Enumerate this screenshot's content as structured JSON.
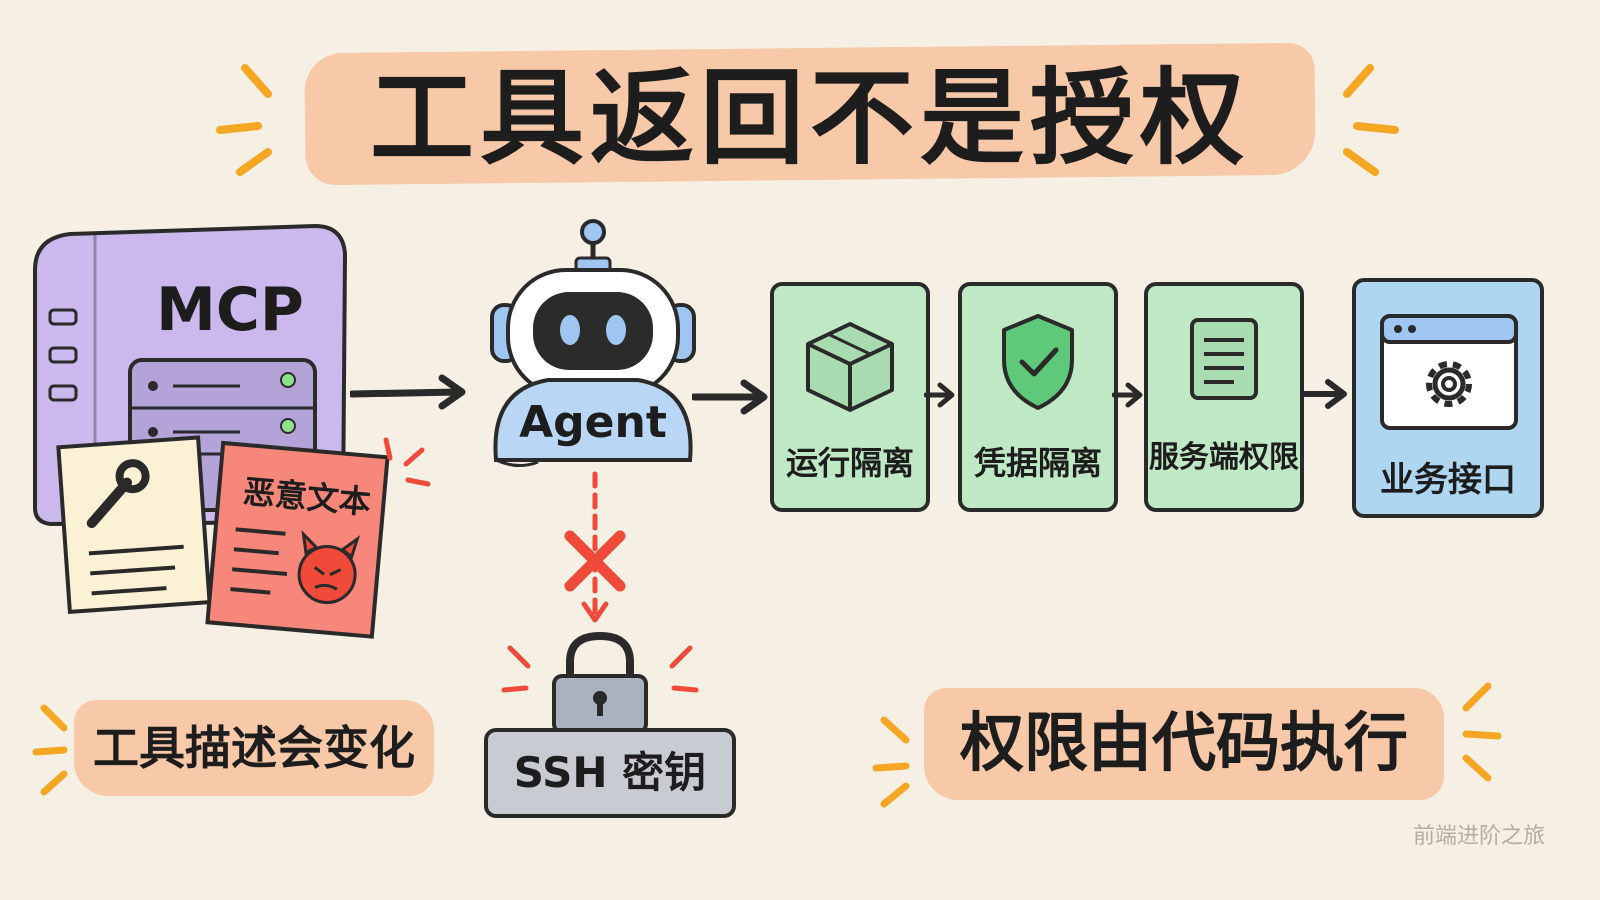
{
  "title": "工具返回不是授权",
  "mcp": {
    "label": "MCP"
  },
  "agent": {
    "label": "Agent"
  },
  "malicious_doc": {
    "label": "恶意文本"
  },
  "pipeline": {
    "stages": [
      {
        "label": "运行隔离",
        "icon": "package-icon",
        "fill": "#bfe8c4"
      },
      {
        "label": "凭据隔离",
        "icon": "shield-check-icon",
        "fill": "#bfe8c4"
      },
      {
        "label": "服务端权限",
        "icon": "document-icon",
        "fill": "#bfe8c4"
      }
    ],
    "target": {
      "label": "业务接口",
      "icon": "gear-window-icon",
      "fill": "#aed6f1"
    }
  },
  "ssh_key": {
    "label": "SSH 密钥"
  },
  "bottom_left": {
    "label": "工具描述会变化"
  },
  "bottom_right": {
    "label": "权限由代码执行"
  },
  "footer": {
    "watermark": "前端进阶之旅"
  },
  "colors": {
    "background": "#f6efe4",
    "highlight": "#f7c9a8",
    "server": "#cbb8ec",
    "agent_body": "#b9d7f5",
    "danger": "#ef4a3a",
    "green_stage": "#bfe8c4",
    "blue_target": "#aed6f1",
    "lock_gray": "#c9cbd3",
    "accent_orange": "#f5a623"
  }
}
